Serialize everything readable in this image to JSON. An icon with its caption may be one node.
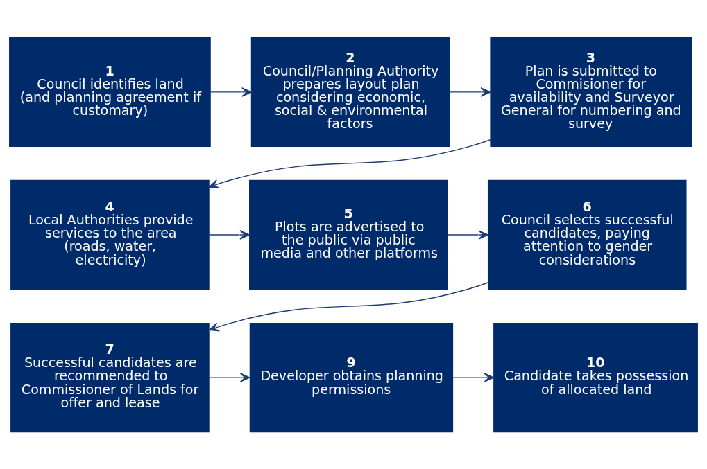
{
  "diagram": {
    "nodes": [
      {
        "text": [
          "1",
          "Council identifies land (and planning agreement if customary)"
        ]
      },
      {
        "text": [
          "2",
          "Council/Planning Authority prepares layout plan considering economic, social & environmental factors"
        ]
      },
      {
        "text": [
          "3",
          "Plan is submitted to Commisioner for availability and Surveyor General for numbering and survey"
        ]
      },
      {
        "text": [
          "4",
          "Local Authorities provide services to the area (roads, water, electricity)"
        ]
      },
      {
        "text": [
          "5",
          "Plots are advertised to the public via public media and other platforms"
        ]
      },
      {
        "text": [
          "6",
          "Council selects successful candidates, paying attention to gender considerations"
        ]
      },
      {
        "text": [
          "7",
          "Successful candidates are recommended to Commissioner of Lands for offer and lease"
        ]
      },
      {
        "text": [
          "9",
          "Developer obtains planning permissions"
        ]
      },
      {
        "text": [
          "10",
          "Candidate takes possession of allocated land"
        ]
      }
    ],
    "edges": [
      {
        "from": 0,
        "to": 1,
        "arrow": "to"
      },
      {
        "from": 1,
        "to": 2,
        "arrow": "to"
      },
      {
        "from": 2,
        "to": 3,
        "arrow": "to"
      },
      {
        "from": 3,
        "to": 4,
        "arrow": "to"
      },
      {
        "from": 4,
        "to": 5,
        "arrow": "to"
      },
      {
        "from": 5,
        "to": 6,
        "arrow": "to"
      },
      {
        "from": 6,
        "to": 7,
        "arrow": "to"
      },
      {
        "from": 7,
        "to": 8,
        "arrow": "to"
      }
    ]
  }
}
